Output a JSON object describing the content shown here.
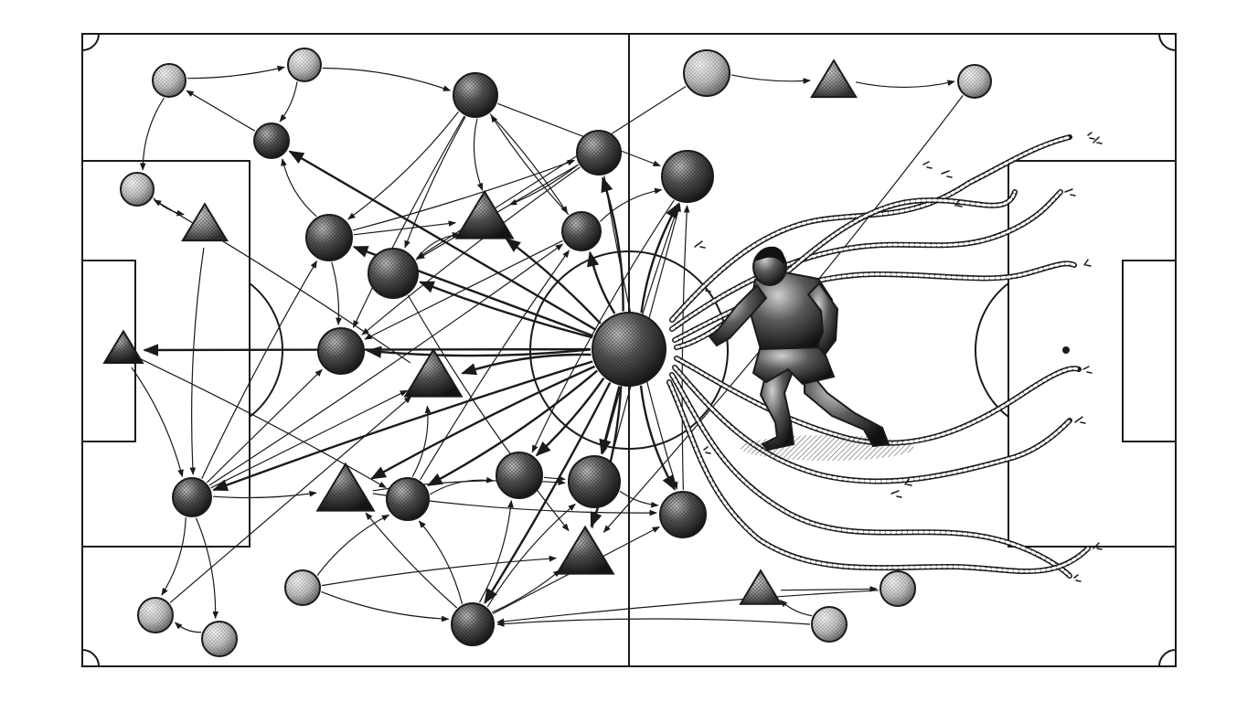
{
  "colors": {
    "ink": "#1a1a1a",
    "paper": "#ffffff",
    "node_dark": "#3a3a3a",
    "node_mid": "#6e6e6e",
    "node_light": "#bdbdbd"
  },
  "pitch": {
    "markings": [
      "outer-boundary",
      "halfway-line",
      "center-circle",
      "center-spot",
      "left-penalty-box",
      "left-goal-box",
      "left-penalty-arc",
      "right-penalty-box",
      "right-goal-box",
      "right-penalty-arc",
      "corner-arcs"
    ]
  },
  "hub": {
    "id": "hub",
    "shade": "dark",
    "shape": "circle"
  },
  "nodes": [
    {
      "id": "n1",
      "shape": "circle",
      "shade": "light"
    },
    {
      "id": "n2",
      "shape": "circle",
      "shade": "light"
    },
    {
      "id": "n3",
      "shape": "circle",
      "shade": "dark"
    },
    {
      "id": "n4",
      "shape": "circle",
      "shade": "light"
    },
    {
      "id": "n5",
      "shape": "triangle",
      "shade": "mid"
    },
    {
      "id": "n6",
      "shape": "circle",
      "shade": "dark"
    },
    {
      "id": "n7",
      "shape": "circle",
      "shade": "dark"
    },
    {
      "id": "n8",
      "shape": "circle",
      "shade": "dark"
    },
    {
      "id": "n9",
      "shape": "circle",
      "shade": "dark"
    },
    {
      "id": "n10",
      "shape": "circle",
      "shade": "dark"
    },
    {
      "id": "n11",
      "shape": "triangle",
      "shade": "dark"
    },
    {
      "id": "n12",
      "shape": "circle",
      "shade": "dark"
    },
    {
      "id": "n13",
      "shape": "circle",
      "shade": "dark"
    },
    {
      "id": "n14",
      "shape": "triangle",
      "shade": "dark"
    },
    {
      "id": "n15",
      "shape": "circle",
      "shade": "dark"
    },
    {
      "id": "n16",
      "shape": "triangle",
      "shade": "dark"
    },
    {
      "id": "n17",
      "shape": "circle",
      "shade": "dark"
    },
    {
      "id": "n18",
      "shape": "circle",
      "shade": "dark"
    },
    {
      "id": "n19",
      "shape": "circle",
      "shade": "dark"
    },
    {
      "id": "n20",
      "shape": "triangle",
      "shade": "dark"
    },
    {
      "id": "n21",
      "shape": "circle",
      "shade": "dark"
    },
    {
      "id": "n22",
      "shape": "triangle",
      "shade": "dark"
    },
    {
      "id": "n23",
      "shape": "circle",
      "shade": "dark"
    },
    {
      "id": "n24",
      "shape": "circle",
      "shade": "light"
    },
    {
      "id": "n25",
      "shape": "circle",
      "shade": "light"
    },
    {
      "id": "n26",
      "shape": "circle",
      "shade": "light"
    },
    {
      "id": "n27",
      "shape": "circle",
      "shade": "light"
    },
    {
      "id": "n28",
      "shape": "triangle",
      "shade": "mid"
    },
    {
      "id": "n29",
      "shape": "circle",
      "shade": "light"
    },
    {
      "id": "n30",
      "shape": "triangle",
      "shade": "mid"
    },
    {
      "id": "n31",
      "shape": "circle",
      "shade": "light"
    },
    {
      "id": "n32",
      "shape": "circle",
      "shade": "light"
    }
  ],
  "edges": [
    [
      "hub",
      "n10"
    ],
    [
      "hub",
      "n8"
    ],
    [
      "hub",
      "n7"
    ],
    [
      "hub",
      "n11"
    ],
    [
      "hub",
      "n9"
    ],
    [
      "hub",
      "n13"
    ],
    [
      "hub",
      "n12"
    ],
    [
      "hub",
      "n14"
    ],
    [
      "hub",
      "n15"
    ],
    [
      "hub",
      "n16"
    ],
    [
      "hub",
      "n17"
    ],
    [
      "hub",
      "n18"
    ],
    [
      "hub",
      "n19"
    ],
    [
      "hub",
      "n20"
    ],
    [
      "hub",
      "n21"
    ],
    [
      "hub",
      "n22"
    ],
    [
      "hub",
      "n23"
    ],
    [
      "hub",
      "n3"
    ],
    [
      "n6",
      "n8"
    ],
    [
      "n6",
      "n11"
    ],
    [
      "n6",
      "n7"
    ],
    [
      "n6",
      "n12"
    ],
    [
      "n6",
      "n13"
    ],
    [
      "n6",
      "n10"
    ],
    [
      "n23",
      "n18"
    ],
    [
      "n23",
      "n19"
    ],
    [
      "n23",
      "n20"
    ],
    [
      "n23",
      "n21"
    ],
    [
      "n23",
      "n22"
    ],
    [
      "n23",
      "n17"
    ],
    [
      "n7",
      "n3"
    ],
    [
      "n7",
      "n10"
    ],
    [
      "n7",
      "n11"
    ],
    [
      "n7",
      "n9"
    ],
    [
      "n8",
      "n22"
    ],
    [
      "n8",
      "n11"
    ],
    [
      "n9",
      "n11"
    ],
    [
      "n9",
      "n8"
    ],
    [
      "n9",
      "n10"
    ],
    [
      "n9",
      "n21"
    ],
    [
      "n12",
      "n13"
    ],
    [
      "n12",
      "n6"
    ],
    [
      "n12",
      "n10"
    ],
    [
      "n13",
      "n19"
    ],
    [
      "n13",
      "n18"
    ],
    [
      "n14",
      "n15"
    ],
    [
      "n14",
      "n17"
    ],
    [
      "n15",
      "n16"
    ],
    [
      "n15",
      "n20"
    ],
    [
      "n17",
      "n16"
    ],
    [
      "n17",
      "n18"
    ],
    [
      "n17",
      "n12"
    ],
    [
      "n18",
      "n19"
    ],
    [
      "n19",
      "n21"
    ],
    [
      "n20",
      "n21"
    ],
    [
      "n20",
      "n19"
    ],
    [
      "n21",
      "n13"
    ],
    [
      "n22",
      "n13"
    ],
    [
      "n1",
      "n2"
    ],
    [
      "n1",
      "n4"
    ],
    [
      "n2",
      "n6"
    ],
    [
      "n2",
      "n3"
    ],
    [
      "n3",
      "n1"
    ],
    [
      "n4",
      "n5"
    ],
    [
      "n5",
      "n15"
    ],
    [
      "n15",
      "n25"
    ],
    [
      "n25",
      "n24"
    ],
    [
      "n24",
      "n16"
    ],
    [
      "n16",
      "n4"
    ],
    [
      "n26",
      "n23"
    ],
    [
      "n26",
      "n17"
    ],
    [
      "n26",
      "n22"
    ],
    [
      "n27",
      "n8"
    ],
    [
      "n27",
      "n28"
    ],
    [
      "n28",
      "n29"
    ],
    [
      "n29",
      "n22"
    ],
    [
      "n31",
      "n30"
    ],
    [
      "n30",
      "n32"
    ],
    [
      "n32",
      "n23"
    ],
    [
      "n31",
      "n23"
    ],
    [
      "n15",
      "n24"
    ],
    [
      "n15",
      "n7"
    ],
    [
      "n15",
      "n10"
    ],
    [
      "n15",
      "n12"
    ]
  ],
  "figure": {
    "subject": "player-sprinting",
    "element": "torn-ropes"
  }
}
